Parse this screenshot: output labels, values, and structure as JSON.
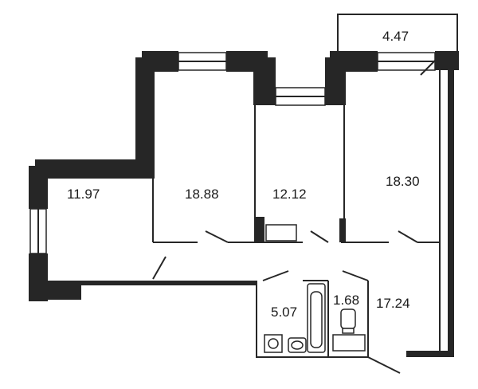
{
  "floor_plan": {
    "rooms": [
      {
        "id": "balcony",
        "area": "4.47"
      },
      {
        "id": "left-room",
        "area": "11.97"
      },
      {
        "id": "bedroom-1",
        "area": "18.88"
      },
      {
        "id": "kitchen",
        "area": "12.12"
      },
      {
        "id": "bedroom-2",
        "area": "18.30"
      },
      {
        "id": "bathroom",
        "area": "5.07"
      },
      {
        "id": "toilet",
        "area": "1.68"
      },
      {
        "id": "hallway",
        "area": "17.24"
      }
    ],
    "colors": {
      "wall": "#262626",
      "background": "#ffffff"
    }
  }
}
